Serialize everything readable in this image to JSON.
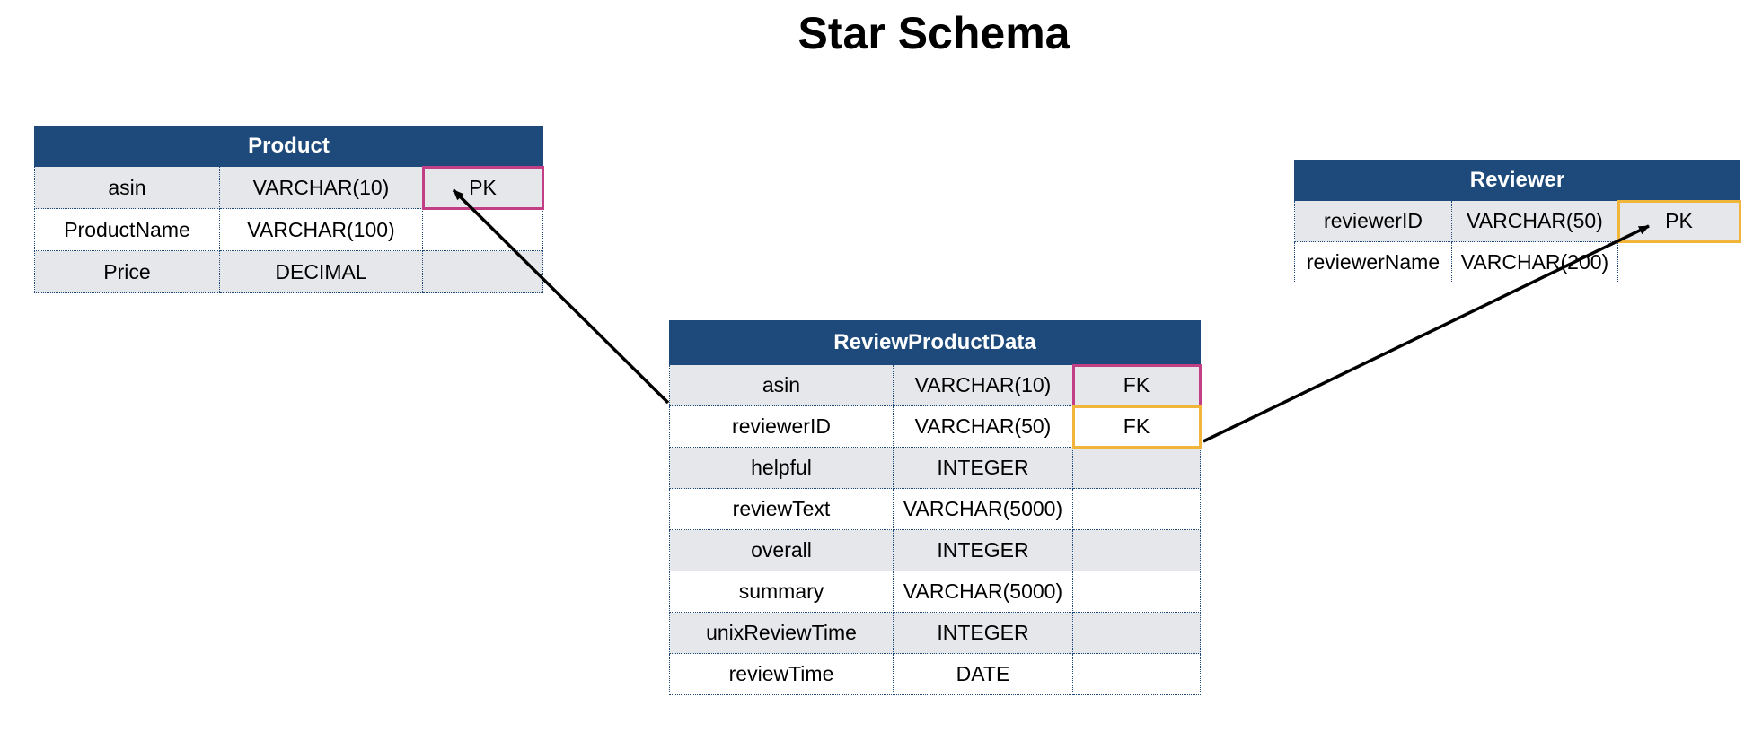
{
  "title": "Star Schema",
  "product": {
    "name": "Product",
    "rows": [
      [
        "asin",
        "VARCHAR(10)",
        "PK"
      ],
      [
        "ProductName",
        "VARCHAR(100)",
        ""
      ],
      [
        "Price",
        "DECIMAL",
        ""
      ]
    ]
  },
  "reviewer": {
    "name": "Reviewer",
    "rows": [
      [
        "reviewerID",
        "VARCHAR(50)",
        "PK"
      ],
      [
        "reviewerName",
        "VARCHAR(200)",
        ""
      ]
    ]
  },
  "review_product_data": {
    "name": "ReviewProductData",
    "rows": [
      [
        "asin",
        "VARCHAR(10)",
        "FK"
      ],
      [
        "reviewerID",
        "VARCHAR(50)",
        "FK"
      ],
      [
        "helpful",
        "INTEGER",
        ""
      ],
      [
        "reviewText",
        "VARCHAR(5000)",
        ""
      ],
      [
        "overall",
        "INTEGER",
        ""
      ],
      [
        "summary",
        "VARCHAR(5000)",
        ""
      ],
      [
        "unixReviewTime",
        "INTEGER",
        ""
      ],
      [
        "reviewTime",
        "DATE",
        ""
      ]
    ]
  },
  "colors": {
    "header": "#1d4a7a",
    "asin_key": "#c23f86",
    "reviewer_key": "#f2b53c",
    "alt_row": "#e6e7ea"
  }
}
